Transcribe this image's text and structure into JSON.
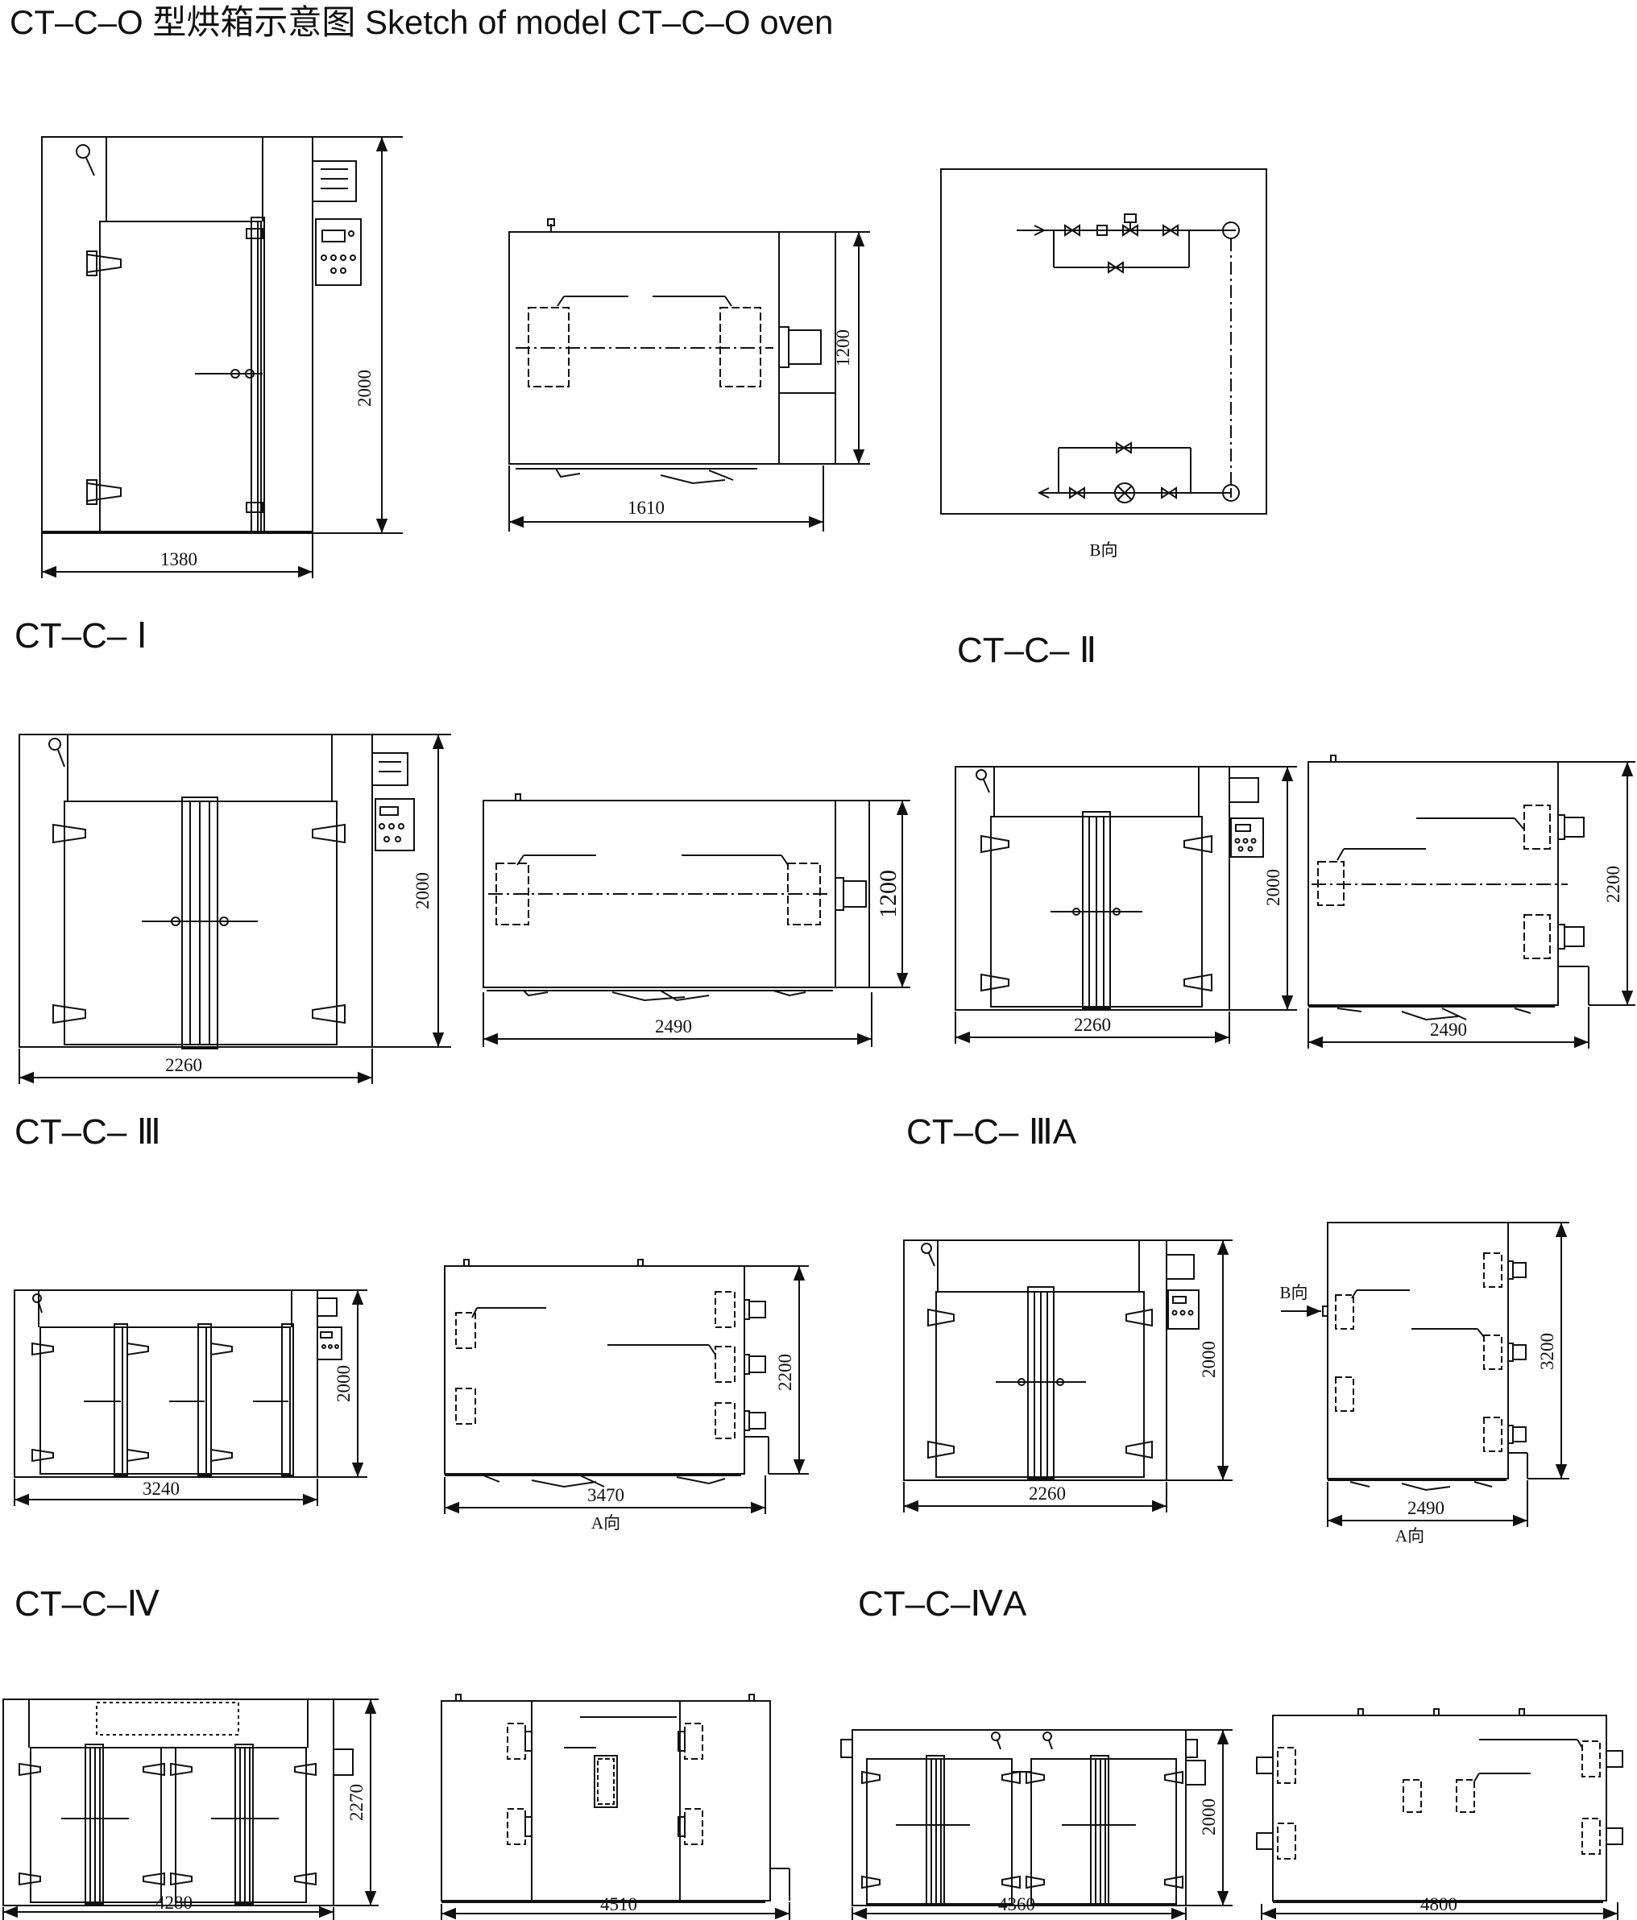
{
  "title": "CT–C–O 型烘箱示意图 Sketch of model CT–C–O oven",
  "models": [
    "CT–C– Ⅰ",
    "CT–C– Ⅱ",
    "CT–C– Ⅲ",
    "CT–C– ⅢA",
    "CT–C–Ⅳ",
    "CT–C–ⅣA"
  ],
  "dims": {
    "o_front_w": "1380",
    "o_front_h": "2000",
    "o_side_w": "1610",
    "o_side_h": "1200",
    "pipe_label": "B向",
    "ii_front_w": "2260",
    "ii_front_h": "2000",
    "ii_side_w": "2490",
    "ii_side_h": "1200",
    "i_front_w": "2260",
    "i_front_h": "2000",
    "i_side_w": "2490",
    "i_side_h": "2200",
    "iii_front_w": "3240",
    "iii_front_h": "2000",
    "iii_side_w": "3470",
    "iii_side_h": "2200",
    "iii_side_label": "A向",
    "iiia_front_w": "2260",
    "iiia_front_h": "2000",
    "iiia_side_w": "2490",
    "iiia_side_h": "3200",
    "iiia_side_label": "A向",
    "iiia_b_label": "B向",
    "iv_front_w": "4280",
    "iv_front_h": "2270",
    "iv_side_w": "4510",
    "iva_front_w": "4360",
    "iva_front_h": "2000",
    "iva_side_w": "4800"
  }
}
